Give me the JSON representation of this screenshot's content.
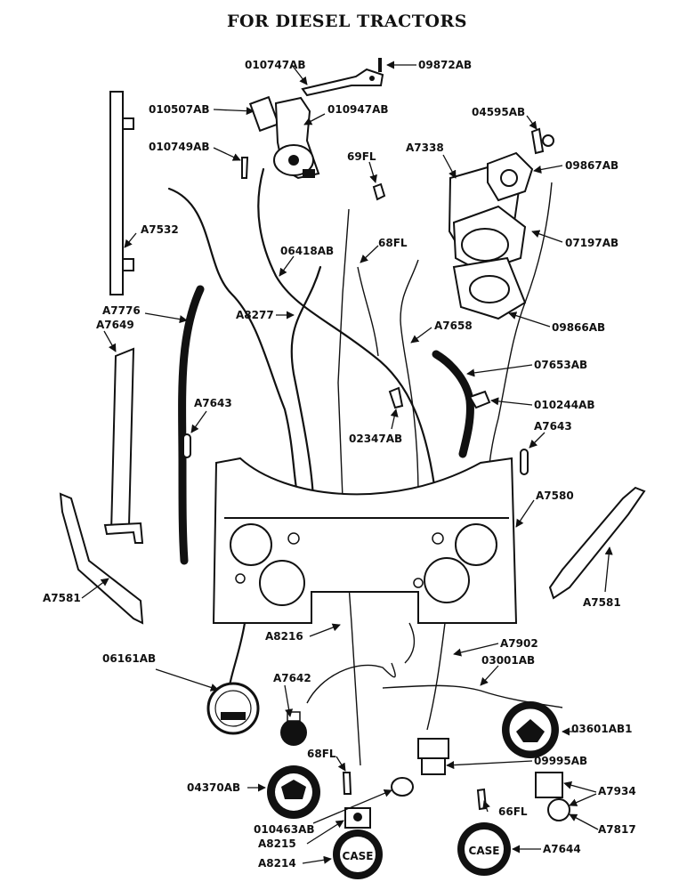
{
  "title": "FOR DIESEL TRACTORS",
  "labels": {
    "p010747AB": "010747AB",
    "p09872AB": "09872AB",
    "p010507AB": "010507AB",
    "p010947AB": "010947AB",
    "p04595AB": "04595AB",
    "p010749AB": "010749AB",
    "p69FL": "69FL",
    "pA7338": "A7338",
    "p09867AB": "09867AB",
    "pA7532": "A7532",
    "p06418AB": "06418AB",
    "p68FL_top": "68FL",
    "p07197AB": "07197AB",
    "pA7776": "A7776",
    "pA7649": "A7649",
    "pA8277": "A8277",
    "pA7658": "A7658",
    "p09866AB": "09866AB",
    "p07653AB": "07653AB",
    "p010244AB": "010244AB",
    "pA7643_left": "A7643",
    "pA7643_right": "A7643",
    "p02347AB": "02347AB",
    "pA7580": "A7580",
    "pA7581_left": "A7581",
    "pA7581_right": "A7581",
    "pA8216": "A8216",
    "pA7902": "A7902",
    "p06161AB": "06161AB",
    "pA7642": "A7642",
    "p03001AB": "03001AB",
    "p03601AB1": "03601AB1",
    "p68FL_mid": "68FL",
    "p09995AB": "09995AB",
    "p04370AB": "04370AB",
    "pA7934": "A7934",
    "p010463AB": "010463AB",
    "p66FL": "66FL",
    "pA8215": "A8215",
    "pA7817": "A7817",
    "pA8214": "A8214",
    "pA7644": "A7644"
  },
  "gauge_text": "CASE"
}
